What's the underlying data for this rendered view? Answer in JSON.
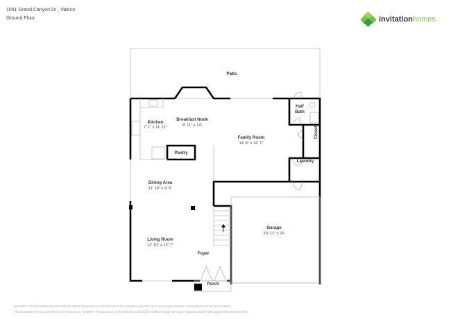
{
  "header": {
    "address": "1041 Grand Canyon Dr , Valrico",
    "floor": "Ground Floor"
  },
  "logo": {
    "brand_part1": "invitation",
    "brand_part2": "homes",
    "colors": [
      "#7cc243",
      "#2e9b4e"
    ]
  },
  "rooms": {
    "patio": {
      "label": "Patio"
    },
    "kitchen": {
      "label": "Kitchen",
      "dims": "7' 1\" x 11' 11\""
    },
    "breakfast_nook": {
      "label": "Breakfast Nook",
      "dims": "8' 11\" x 14'"
    },
    "family_room": {
      "label": "Family Room",
      "dims": "14' 8\" x 16' 1\""
    },
    "half_bath": {
      "label1": "Half",
      "label2": "Bath"
    },
    "closet": {
      "label": "Closet"
    },
    "pantry": {
      "label": "Pantry"
    },
    "laundry": {
      "label": "Laundry"
    },
    "dining_area": {
      "label": "Dining Area",
      "dims": "11' 10\" x 9' 5\""
    },
    "living_room": {
      "label": "Living Room",
      "dims": "11' 10\" x 12' 7\""
    },
    "garage": {
      "label": "Garage",
      "dims": "20' 11\" x 20'"
    },
    "foyer": {
      "label": "Foyer"
    },
    "porch": {
      "label": "Porch"
    }
  },
  "disclaimer": {
    "line1": "Disclaimer: The floorplans depicted and the stated dimensions in this illustration are indicative only and serve as an approximation of existing structures and features.",
    "line2": "This illustration is not guaranteed to be accurate or complete. The accuracy of all information should be verified through personal inspection and/or with appropriate professionals."
  }
}
